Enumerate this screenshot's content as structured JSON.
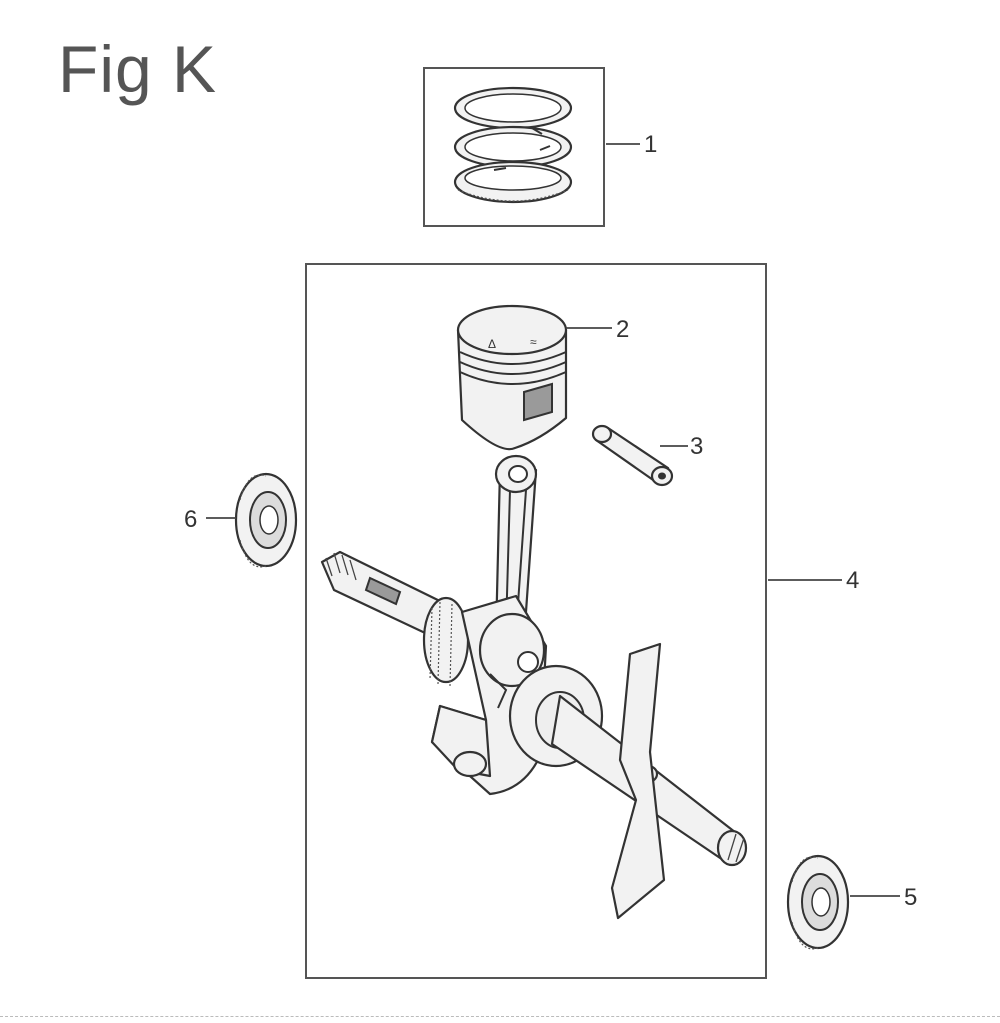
{
  "figure": {
    "title": "Fig K"
  },
  "callouts": [
    {
      "id": "1",
      "label": "1"
    },
    {
      "id": "2",
      "label": "2"
    },
    {
      "id": "3",
      "label": "3"
    },
    {
      "id": "4",
      "label": "4"
    },
    {
      "id": "5",
      "label": "5"
    },
    {
      "id": "6",
      "label": "6"
    }
  ]
}
